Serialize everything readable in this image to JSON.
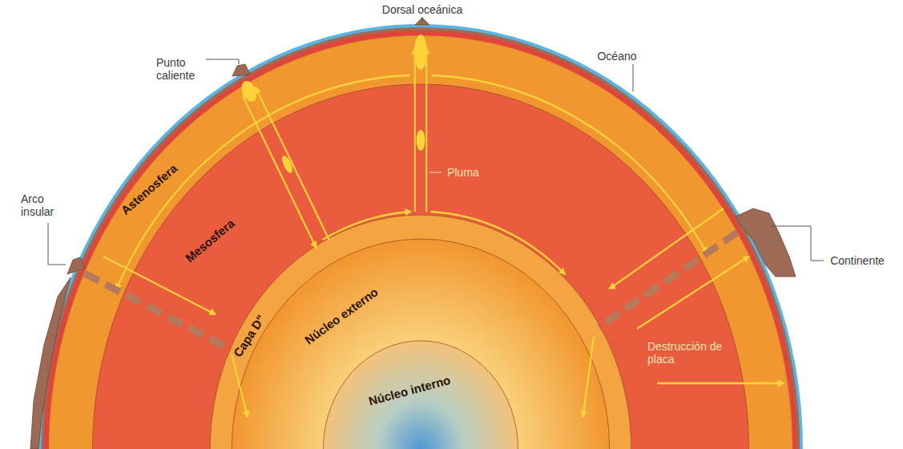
{
  "diagram": {
    "labels": [
      "Dorsal oceánica",
      "Punto caliente",
      "Océano",
      "Arco insular",
      "Pluma",
      "Astenosfera",
      "Mesosfera",
      "Continente",
      "Capa D\"",
      "Núcleo externo",
      "Núcleo interno",
      "Destrucción de placa"
    ]
  }
}
